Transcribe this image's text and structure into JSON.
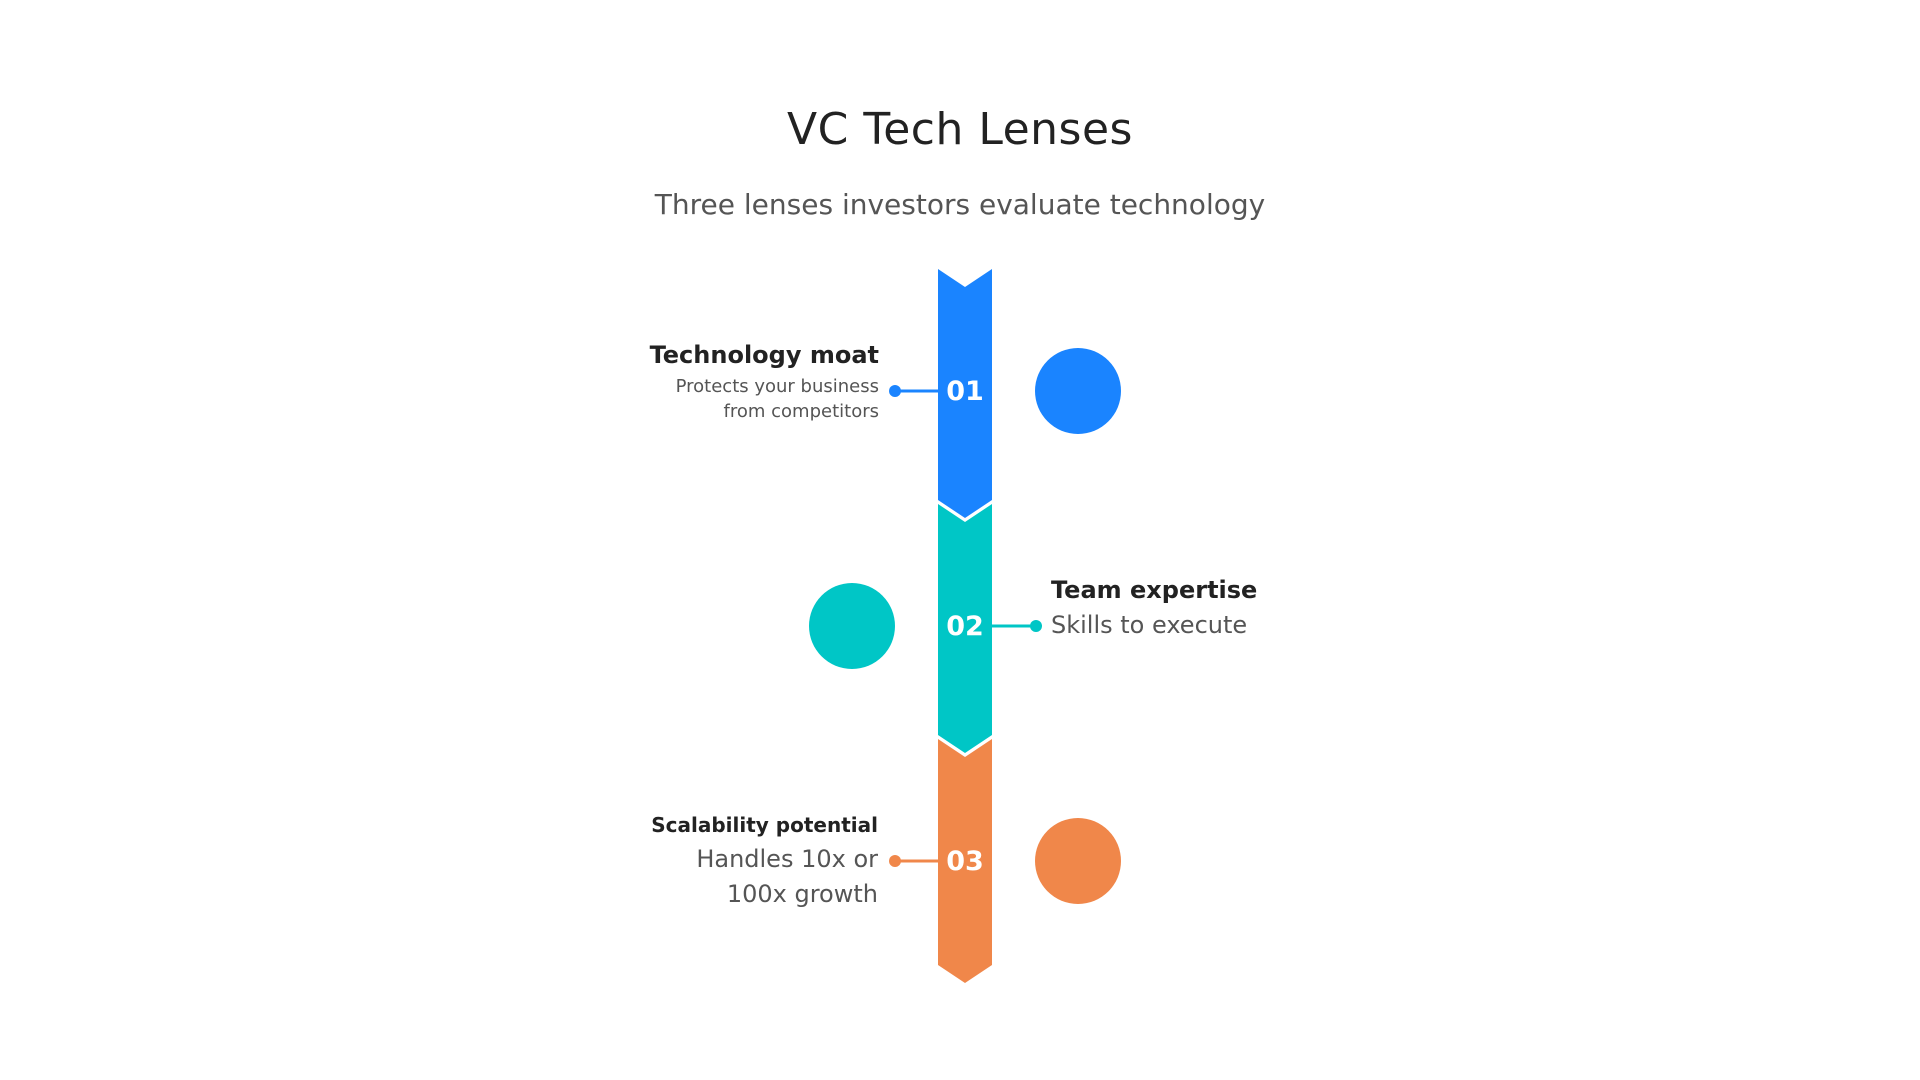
{
  "header": {
    "title": "VC Tech Lenses",
    "subtitle": "Three lenses investors evaluate technology"
  },
  "items": [
    {
      "number": "01",
      "title": "Technology moat",
      "description_lines": [
        "Protects your business",
        "from competitors"
      ],
      "color": "#1a84ff",
      "side": "left"
    },
    {
      "number": "02",
      "title": "Team expertise",
      "description_lines": [
        "Skills to execute"
      ],
      "color": "#00c6c6",
      "side": "right"
    },
    {
      "number": "03",
      "title": "Scalability potential",
      "description_lines": [
        "Handles 10x or",
        "100x growth"
      ],
      "color": "#f0874a",
      "side": "left"
    }
  ]
}
